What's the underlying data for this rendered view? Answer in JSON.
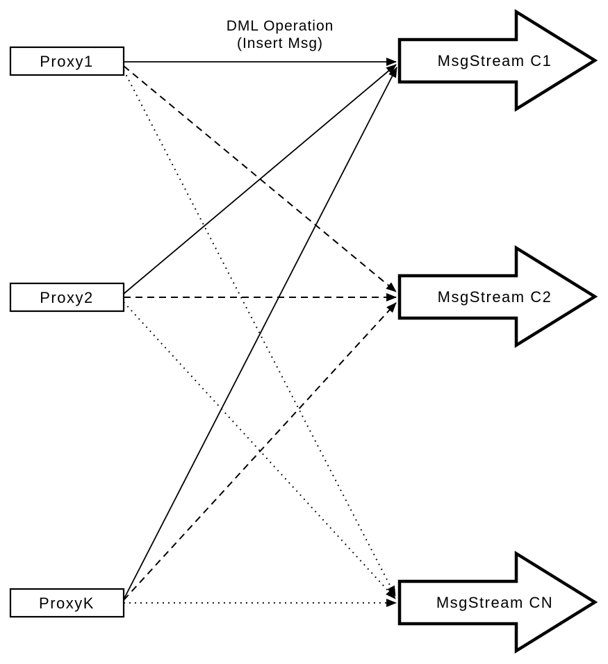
{
  "diagram": {
    "background": "#ffffff",
    "stroke_color": "#000000",
    "fill_color": "#ffffff",
    "annotation": {
      "line1": "DML Operation",
      "line2": "(Insert Msg)"
    },
    "proxies": [
      {
        "id": "proxy1",
        "label": "Proxy1"
      },
      {
        "id": "proxy2",
        "label": "Proxy2"
      },
      {
        "id": "proxyk",
        "label": "ProxyK"
      }
    ],
    "msgstreams": [
      {
        "id": "c1",
        "label": "MsgStream C1"
      },
      {
        "id": "c2",
        "label": "MsgStream C2"
      },
      {
        "id": "cn",
        "label": "MsgStream CN"
      }
    ],
    "edges": [
      {
        "from": "Proxy1",
        "to": "MsgStream C1",
        "style": "solid"
      },
      {
        "from": "Proxy1",
        "to": "MsgStream C2",
        "style": "dashed"
      },
      {
        "from": "Proxy1",
        "to": "MsgStream CN",
        "style": "dotted"
      },
      {
        "from": "Proxy2",
        "to": "MsgStream C1",
        "style": "solid"
      },
      {
        "from": "Proxy2",
        "to": "MsgStream C2",
        "style": "dashed"
      },
      {
        "from": "Proxy2",
        "to": "MsgStream CN",
        "style": "dotted"
      },
      {
        "from": "ProxyK",
        "to": "MsgStream C1",
        "style": "solid"
      },
      {
        "from": "ProxyK",
        "to": "MsgStream C2",
        "style": "dashed"
      },
      {
        "from": "ProxyK",
        "to": "MsgStream CN",
        "style": "dotted"
      }
    ]
  }
}
